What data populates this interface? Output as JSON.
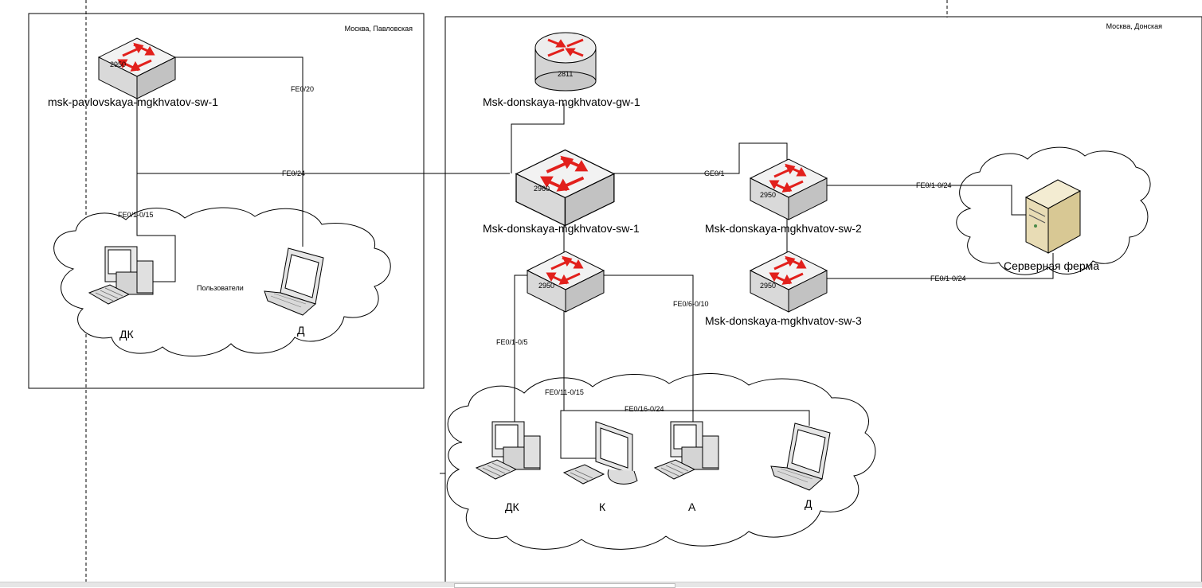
{
  "sites": {
    "pavlovskaya": "Москва, Павловская",
    "donskaya": "Москва, Донская"
  },
  "devices": {
    "pav_sw1": {
      "name": "msk-pavlovskaya-mgkhvatov-sw-1",
      "model": "2950"
    },
    "gw1": {
      "name": "Msk-donskaya-mgkhvatov-gw-1",
      "model": "2811"
    },
    "don_sw1": {
      "name": "Msk-donskaya-mgkhvatov-sw-1",
      "model": "2960"
    },
    "don_sw2": {
      "name": "Msk-donskaya-mgkhvatov-sw-2",
      "model": "2950"
    },
    "don_sw3": {
      "name": "Msk-donskaya-mgkhvatov-sw-3",
      "model": "2950"
    },
    "don_sw4": {
      "model": "2950"
    },
    "server_farm": {
      "name": "Серверная ферма"
    }
  },
  "clients": {
    "pav_pc": "ДК",
    "pav_laptop": "Д",
    "pav_cloud": "Пользователи",
    "don_pc1": "ДК",
    "don_monitor": "К",
    "don_pc2": "А",
    "don_laptop": "Д"
  },
  "ports": {
    "fe0_20": "FE0/20",
    "fe0_24": "FE0/24",
    "fe0_1_0_15": "FE0/1-0/15",
    "ge0_1": "GE0/1",
    "fe0_1_0_24_a": "FE0/1-0/24",
    "fe0_1_0_24_b": "FE0/1-0/24",
    "fe0_1_0_5": "FE0/1-0/5",
    "fe0_6_0_10": "FE0/6-0/10",
    "fe0_11_0_15": "FE0/11-0/15",
    "fe0_16_0_24": "FE0/16-0/24"
  },
  "colors": {
    "arrow_red": "#e2201c",
    "device_face": "#ececec",
    "device_side": "#bdbdbd",
    "server_tan": "#e8dcb5"
  }
}
